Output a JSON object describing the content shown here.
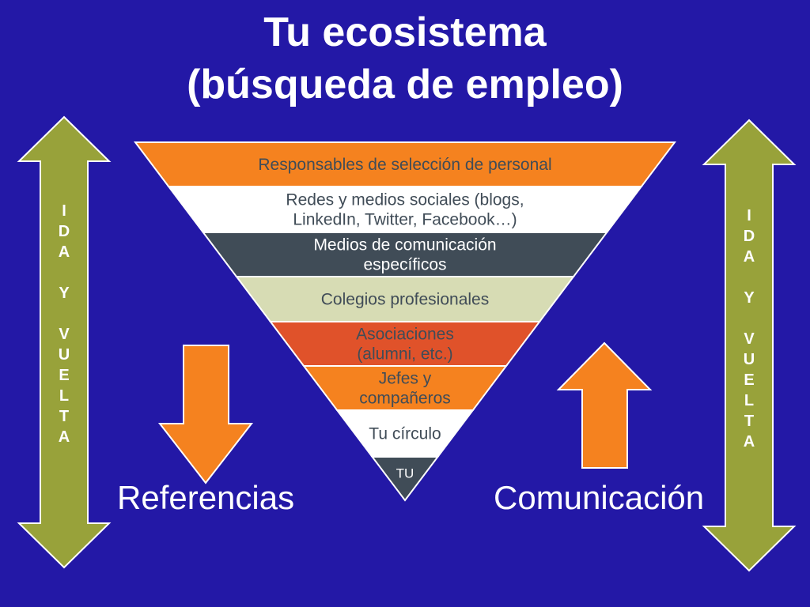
{
  "title": {
    "line1": "Tu ecosistema",
    "line2": "(búsqueda de empleo)"
  },
  "pyramid_layers": [
    {
      "label_lines": [
        "Responsables de selección de personal"
      ],
      "fill": "#f5821f",
      "text_color": "#404c57"
    },
    {
      "label_lines": [
        "Redes y medios sociales (blogs,",
        "LinkedIn, Twitter, Facebook…)"
      ],
      "fill": "#ffffff",
      "text_color": "#404c57"
    },
    {
      "label_lines": [
        "Medios de comunicación",
        "específicos"
      ],
      "fill": "#404c57",
      "text_color": "#ffffff"
    },
    {
      "label_lines": [
        "Colegios profesionales"
      ],
      "fill": "#d7dcb4",
      "text_color": "#404c57"
    },
    {
      "label_lines": [
        "Asociaciones",
        "(alumni, etc.)"
      ],
      "fill": "#e0522a",
      "text_color": "#404c57"
    },
    {
      "label_lines": [
        "Jefes y",
        "compañeros"
      ],
      "fill": "#f5821f",
      "text_color": "#404c57"
    },
    {
      "label_lines": [
        "Tu círculo"
      ],
      "fill": "#ffffff",
      "text_color": "#404c57"
    },
    {
      "label_lines": [
        "TU"
      ],
      "fill": "#404c57",
      "text_color": "#ffffff"
    }
  ],
  "side_text": {
    "left": [
      "I",
      "D",
      "A",
      "",
      "Y",
      "",
      "V",
      "U",
      "E",
      "L",
      "T",
      "A"
    ],
    "right": [
      "I",
      "D",
      "A",
      "",
      "Y",
      "",
      "V",
      "U",
      "E",
      "L",
      "T",
      "A"
    ]
  },
  "labels": {
    "referencias": "Referencias",
    "comunicacion": "Comunicación"
  },
  "colors": {
    "background": "#2318a6",
    "double_arrow": "#98a23a",
    "orange_arrow": "#f5821f"
  }
}
